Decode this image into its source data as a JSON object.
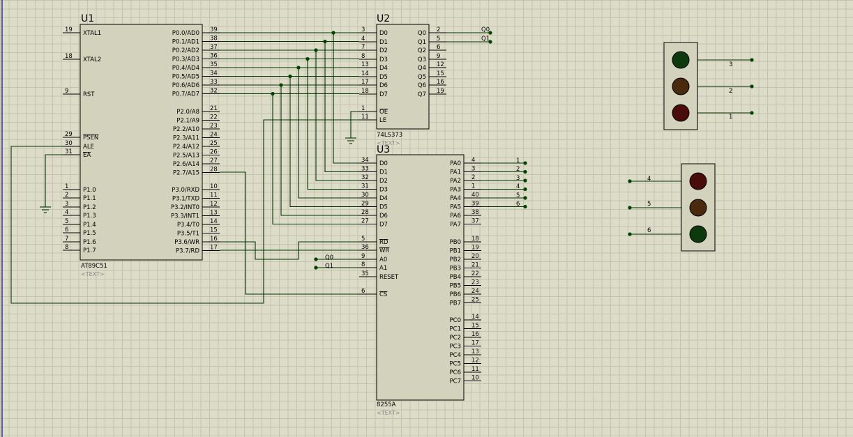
{
  "u1": {
    "ref": "U1",
    "part": "AT89C51",
    "text_tag": "<TEXT>",
    "left": [
      {
        "n": "19",
        "l": "XTAL1"
      },
      {
        "n": "18",
        "l": "XTAL2"
      },
      {
        "n": "9",
        "l": "RST"
      },
      {
        "n": "29",
        "l": "PSEN",
        "bar": true
      },
      {
        "n": "30",
        "l": "ALE"
      },
      {
        "n": "31",
        "l": "EA",
        "bar": true
      },
      {
        "n": "1",
        "l": "P1.0"
      },
      {
        "n": "2",
        "l": "P1.1"
      },
      {
        "n": "3",
        "l": "P1.2"
      },
      {
        "n": "4",
        "l": "P1.3"
      },
      {
        "n": "5",
        "l": "P1.4"
      },
      {
        "n": "6",
        "l": "P1.5"
      },
      {
        "n": "7",
        "l": "P1.6"
      },
      {
        "n": "8",
        "l": "P1.7"
      }
    ],
    "right": [
      {
        "n": "39",
        "l": "P0.0/AD0"
      },
      {
        "n": "38",
        "l": "P0.1/AD1"
      },
      {
        "n": "37",
        "l": "P0.2/AD2"
      },
      {
        "n": "36",
        "l": "P0.3/AD3"
      },
      {
        "n": "35",
        "l": "P0.4/AD4"
      },
      {
        "n": "34",
        "l": "P0.5/AD5"
      },
      {
        "n": "33",
        "l": "P0.6/AD6"
      },
      {
        "n": "32",
        "l": "P0.7/AD7"
      },
      {
        "n": "21",
        "l": "P2.0/A8"
      },
      {
        "n": "22",
        "l": "P2.1/A9"
      },
      {
        "n": "23",
        "l": "P2.2/A10"
      },
      {
        "n": "24",
        "l": "P2.3/A11"
      },
      {
        "n": "25",
        "l": "P2.4/A12"
      },
      {
        "n": "26",
        "l": "P2.5/A13"
      },
      {
        "n": "27",
        "l": "P2.6/A14"
      },
      {
        "n": "28",
        "l": "P2.7/A15"
      },
      {
        "n": "10",
        "l": "P3.0/RXD"
      },
      {
        "n": "11",
        "l": "P3.1/TXD"
      },
      {
        "n": "12",
        "l": "P3.2/INT0"
      },
      {
        "n": "13",
        "l": "P3.3/INT1"
      },
      {
        "n": "14",
        "l": "P3.4/T0"
      },
      {
        "n": "15",
        "l": "P3.5/T1"
      },
      {
        "n": "16",
        "l": "P3.6/WR"
      },
      {
        "n": "17",
        "l": "P3.7/RD"
      }
    ]
  },
  "u2": {
    "ref": "U2",
    "part": "74LS373",
    "text_tag": "<TEXT>",
    "left": [
      {
        "n": "3",
        "l": "D0"
      },
      {
        "n": "4",
        "l": "D1"
      },
      {
        "n": "7",
        "l": "D2"
      },
      {
        "n": "8",
        "l": "D3"
      },
      {
        "n": "13",
        "l": "D4"
      },
      {
        "n": "14",
        "l": "D5"
      },
      {
        "n": "17",
        "l": "D6"
      },
      {
        "n": "18",
        "l": "D7"
      },
      {
        "n": "1",
        "l": "OE",
        "bar": true
      },
      {
        "n": "11",
        "l": "LE"
      }
    ],
    "right": [
      {
        "n": "2",
        "l": "Q0"
      },
      {
        "n": "5",
        "l": "Q1"
      },
      {
        "n": "6",
        "l": "Q2"
      },
      {
        "n": "9",
        "l": "Q3"
      },
      {
        "n": "12",
        "l": "Q4"
      },
      {
        "n": "15",
        "l": "Q5"
      },
      {
        "n": "16",
        "l": "Q6"
      },
      {
        "n": "19",
        "l": "Q7"
      }
    ],
    "net_q0": "Q0",
    "net_q1": "Q1"
  },
  "u3": {
    "ref": "U3",
    "part": "8255A",
    "text_tag": "<TEXT>",
    "left": [
      {
        "n": "34",
        "l": "D0"
      },
      {
        "n": "33",
        "l": "D1"
      },
      {
        "n": "32",
        "l": "D2"
      },
      {
        "n": "31",
        "l": "D3"
      },
      {
        "n": "30",
        "l": "D4"
      },
      {
        "n": "29",
        "l": "D5"
      },
      {
        "n": "28",
        "l": "D6"
      },
      {
        "n": "27",
        "l": "D7"
      },
      {
        "n": "5",
        "l": "RD",
        "bar": true
      },
      {
        "n": "36",
        "l": "WR",
        "bar": true
      },
      {
        "n": "9",
        "l": "A0"
      },
      {
        "n": "8",
        "l": "A1"
      },
      {
        "n": "35",
        "l": "RESET"
      },
      {
        "n": "6",
        "l": "CS",
        "bar": true
      }
    ],
    "right": [
      {
        "n": "4",
        "l": "PA0"
      },
      {
        "n": "3",
        "l": "PA1"
      },
      {
        "n": "2",
        "l": "PA2"
      },
      {
        "n": "1",
        "l": "PA3"
      },
      {
        "n": "40",
        "l": "PA4"
      },
      {
        "n": "39",
        "l": "PA5"
      },
      {
        "n": "38",
        "l": "PA6"
      },
      {
        "n": "37",
        "l": "PA7"
      },
      {
        "n": "18",
        "l": "PB0"
      },
      {
        "n": "19",
        "l": "PB1"
      },
      {
        "n": "20",
        "l": "PB2"
      },
      {
        "n": "21",
        "l": "PB3"
      },
      {
        "n": "22",
        "l": "PB4"
      },
      {
        "n": "23",
        "l": "PB5"
      },
      {
        "n": "24",
        "l": "PB6"
      },
      {
        "n": "25",
        "l": "PB7"
      },
      {
        "n": "14",
        "l": "PC0"
      },
      {
        "n": "15",
        "l": "PC1"
      },
      {
        "n": "16",
        "l": "PC2"
      },
      {
        "n": "17",
        "l": "PC3"
      },
      {
        "n": "13",
        "l": "PC4"
      },
      {
        "n": "12",
        "l": "PC5"
      },
      {
        "n": "11",
        "l": "PC6"
      },
      {
        "n": "10",
        "l": "PC7"
      }
    ],
    "pa_nets": [
      "1",
      "2",
      "3",
      "4",
      "5",
      "6"
    ],
    "a0_net": "Q0",
    "a1_net": "Q1"
  },
  "light1": {
    "lamps": [
      {
        "color": "#0d3a0d"
      },
      {
        "color": "#4a2a0c"
      },
      {
        "color": "#4a0b0b"
      }
    ],
    "nets": [
      "3",
      "2",
      "1"
    ]
  },
  "light2": {
    "lamps": [
      {
        "color": "#4a0b0b"
      },
      {
        "color": "#4a2a0c"
      },
      {
        "color": "#0d3a0d"
      }
    ],
    "nets": [
      "4",
      "5",
      "6"
    ]
  }
}
